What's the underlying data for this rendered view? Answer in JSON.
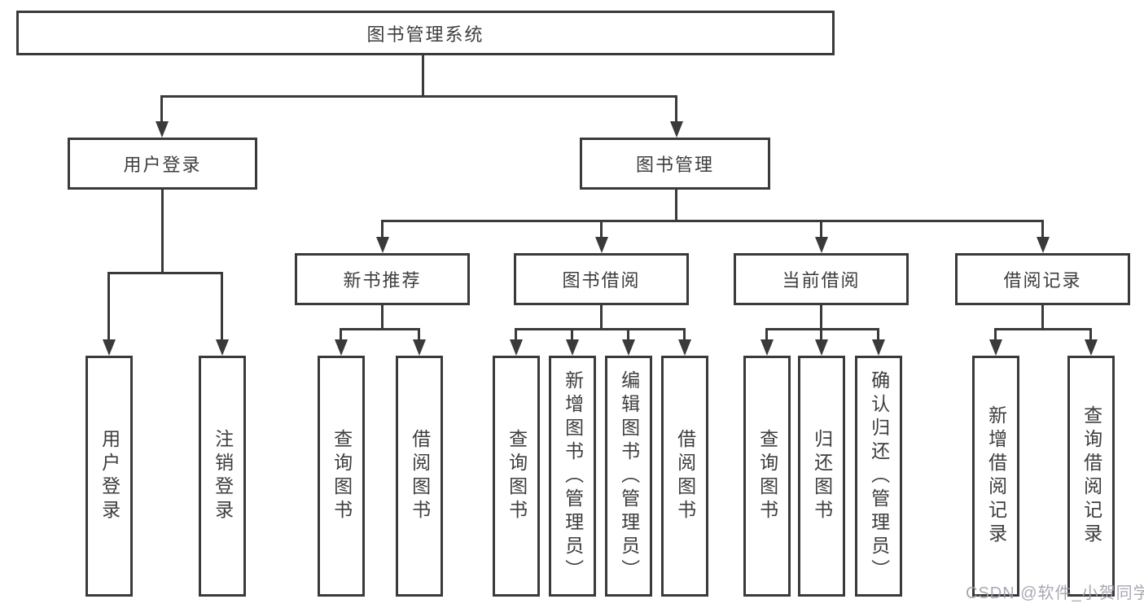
{
  "root": "图书管理系统",
  "level2": {
    "user_login": "用户登录",
    "book_mgmt": "图书管理"
  },
  "level3": {
    "new_books": "新书推荐",
    "book_borrow": "图书借阅",
    "current_borrow": "当前借阅",
    "borrow_records": "借阅记录"
  },
  "leaves": {
    "user_login": "用户登录",
    "logout": "注销登录",
    "nb_query_books": "查询图书",
    "nb_borrow_books": "借阅图书",
    "bb_query_books": "查询图书",
    "bb_add_books": "新增图书（管理员）",
    "bb_edit_books": "编辑图书（管理员）",
    "bb_borrow_books": "借阅图书",
    "cb_query_books": "查询图书",
    "cb_return_books": "归还图书",
    "cb_confirm_return": "确认归还（管理员）",
    "br_add_record": "新增借阅记录",
    "br_query_record": "查询借阅记录"
  },
  "watermark": "CSDN @软件_小贺同学",
  "colors": {
    "line": "#3a3a3a",
    "text": "#3d3d3d",
    "watermark": "#9e9eaa",
    "background": "#ffffff"
  }
}
